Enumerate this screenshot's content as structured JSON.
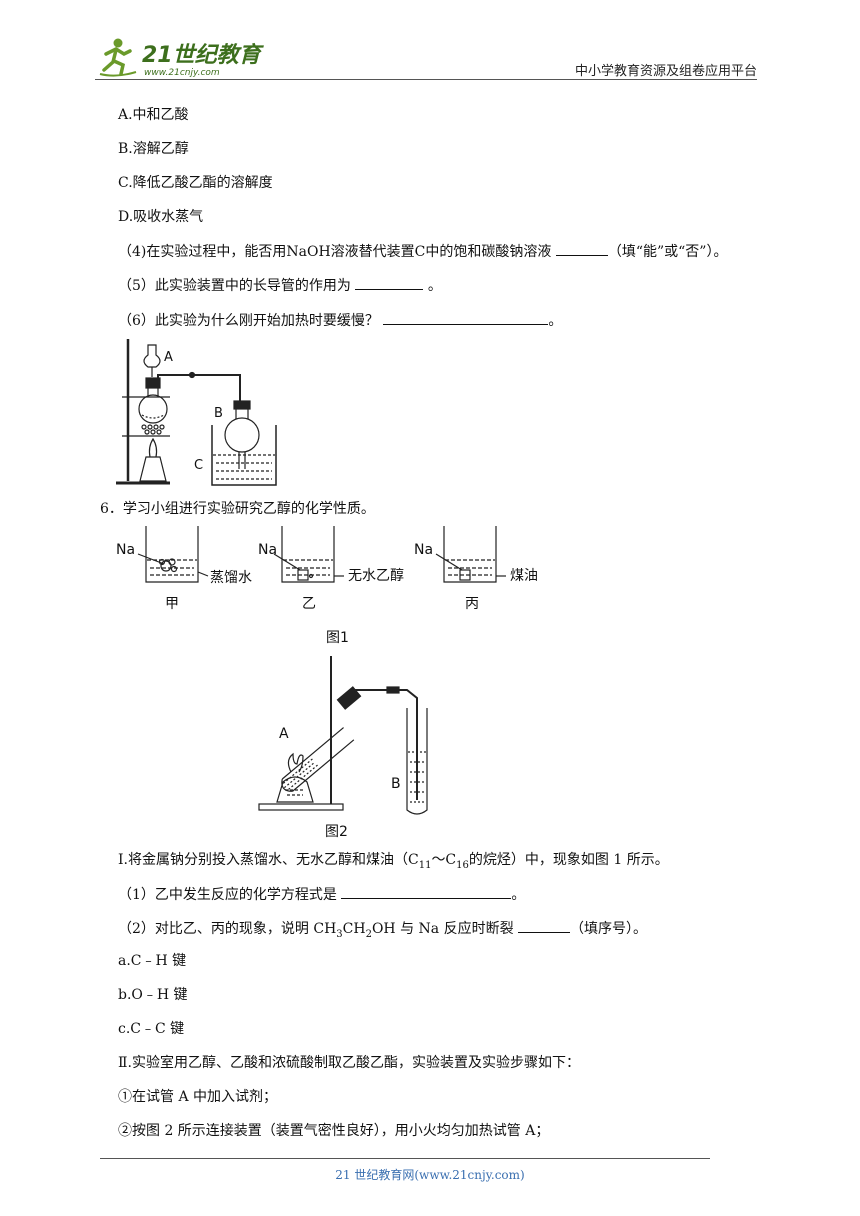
{
  "header": {
    "logo_text": "21世纪教育",
    "logo_url": "www.21cnjy.com",
    "right_text": "中小学教育资源及组卷应用平台"
  },
  "lines": {
    "optA": "A.中和乙酸",
    "optB": "B.溶解乙醇",
    "optC": "C.降低乙酸乙酯的溶解度",
    "optD": "D.吸收水蒸气",
    "q4_pre": "（4)在实验过程中，能否用NaOH溶液替代装置C中的饱和碳酸钠溶液",
    "q4_post": "（填“能”或“否”）。",
    "q5_pre": "（5）此实验装置中的长导管的作用为",
    "q5_post": "。",
    "q6_pre": "（6）此实验为什么刚开始加热时要缓慢？",
    "q6_post": "。",
    "q6_title": "6．学习小组进行实验研究乙醇的化学性质。",
    "part1_pre": "Ⅰ.将金属钠分别投入蒸馏水、无水乙醇和煤油（C",
    "part1_s1": "11",
    "part1_mid": "～C",
    "part1_s2": "16",
    "part1_post": "的烷烃）中，现象如图 1 所示。",
    "sub1_pre": "（1）乙中发生反应的化学方程式是",
    "sub1_post": "。",
    "sub2_pre": "（2）对比乙、丙的现象，说明 CH",
    "sub2_s1": "3",
    "sub2_mid1": "CH",
    "sub2_s2": "2",
    "sub2_mid2": "OH 与 Na 反应时断裂",
    "sub2_post": "（填序号）。",
    "bond_a": "a.C﹣H 键",
    "bond_b": "b.O﹣H 键",
    "bond_c": "c.C﹣C 键",
    "part2": "Ⅱ.实验室用乙醇、乙酸和浓硫酸制取乙酸乙酯，实验装置及实验步骤如下：",
    "step1": "①在试管 A 中加入试剂；",
    "step2": "②按图 2 所示连接装置（装置气密性良好），用小火均匀加热试管 A；"
  },
  "fig_top": {
    "label_a": "A",
    "label_b": "B",
    "label_c": "C"
  },
  "fig1": {
    "na1": "Na",
    "na2": "Na",
    "na3": "Na",
    "liq1": "蒸馏水",
    "liq2": "无水乙醇",
    "liq3": "煤油",
    "cap1": "甲",
    "cap2": "乙",
    "cap3": "丙",
    "caption": "图1"
  },
  "fig2": {
    "label_a": "A",
    "label_b": "B",
    "caption": "图2"
  },
  "footer": "21 世纪教育网(www.21cnjy.com)"
}
